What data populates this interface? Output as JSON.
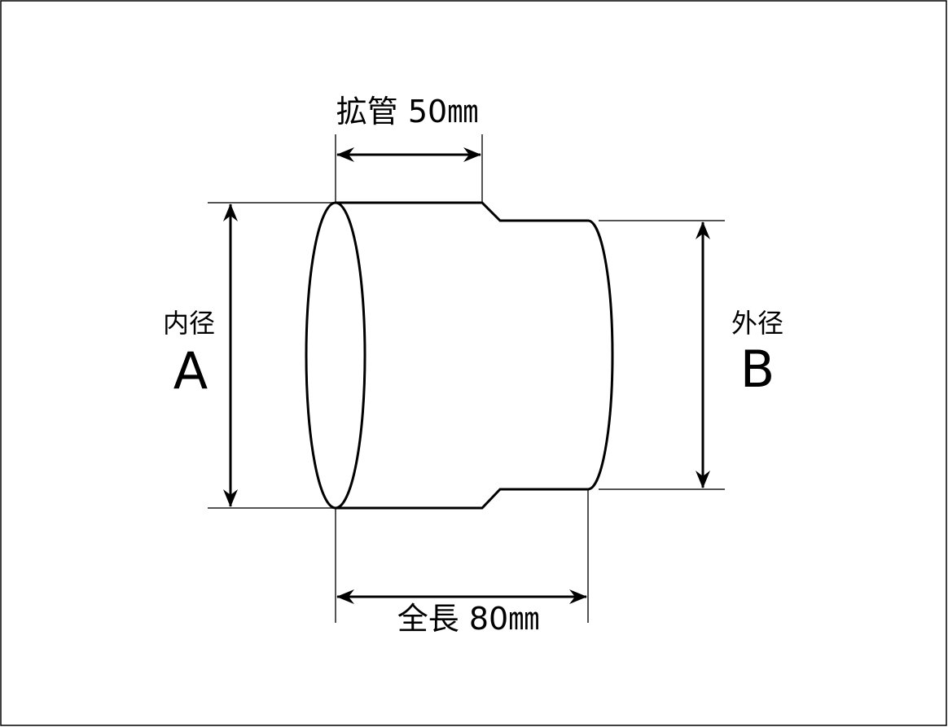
{
  "diagram": {
    "expansion_label": "拡管 50㎜",
    "total_length_label": "全長 80㎜",
    "inner_diameter": {
      "name": "内径",
      "letter": "A"
    },
    "outer_diameter": {
      "name": "外径",
      "letter": "B"
    }
  },
  "colors": {
    "outline": "#000000",
    "extension_lines": "#555555",
    "background": "#ffffff"
  }
}
